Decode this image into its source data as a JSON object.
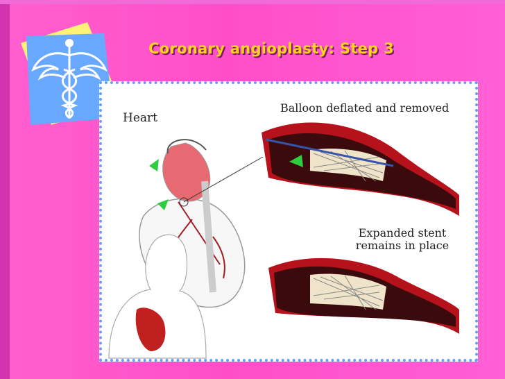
{
  "slide": {
    "title": "Coronary angioplasty: Step 3"
  },
  "illustration": {
    "label_heart": "Heart",
    "label_balloon": "Balloon deflated and removed",
    "label_stent_line1": "Expanded stent",
    "label_stent_line2": "remains in place"
  },
  "colors": {
    "background": "#ff4ec8",
    "title": "#ffd21f",
    "panel_border": "#5da0ff",
    "logo_yellow": "#fff176",
    "logo_blue": "#69a8ff",
    "artery_red": "#b5121b"
  },
  "icons": {
    "logo": "caduceus-icon"
  }
}
